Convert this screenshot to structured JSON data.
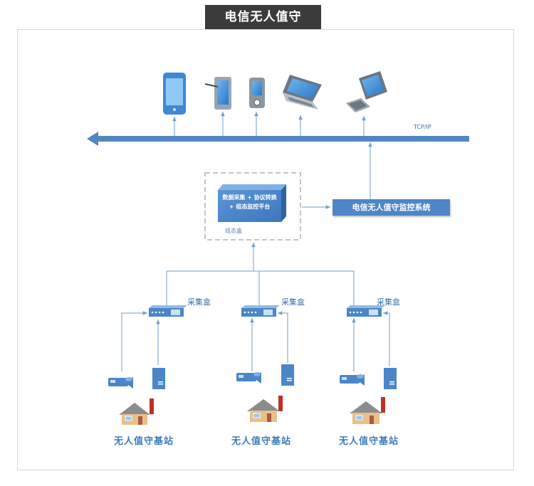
{
  "title": "电信无人值守",
  "network_label": "TCP/IP",
  "gateway": {
    "line1": "数据采集 + 协议转换",
    "line2": "+ 组态监控平台",
    "caption": "组态盒"
  },
  "monitor_system": "电信无人值守监控系统",
  "collector_label": "采集盒",
  "station_label": "无人值守基站",
  "top_devices": [
    "smartphone-icon",
    "tablet-icon",
    "pda-icon",
    "laptop-icon",
    "desktop-computer-icon"
  ],
  "site_devices": [
    "video-camera-icon",
    "server-icon",
    "house-icon"
  ],
  "colors": {
    "accent": "#4e86c7",
    "line": "#6f9fd0",
    "bus": "#5187c1",
    "label": "#3d7cc0",
    "title_bg": "#3b3b3b"
  }
}
